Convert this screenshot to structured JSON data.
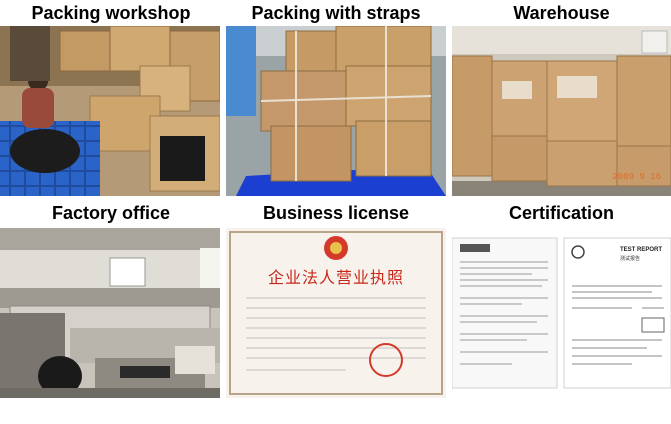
{
  "captions": {
    "packing_workshop": "Packing workshop",
    "packing_straps": "Packing with straps",
    "warehouse": "Warehouse",
    "factory_office": "Factory office",
    "business_license": "Business license",
    "certification": "Certification"
  },
  "license": {
    "title": "企业法人营业执照"
  },
  "certificate": {
    "report_title": "TEST REPORT",
    "report_subtitle": "测试报告"
  },
  "warehouse_photo": {
    "timestamp": "2009 9 16"
  }
}
